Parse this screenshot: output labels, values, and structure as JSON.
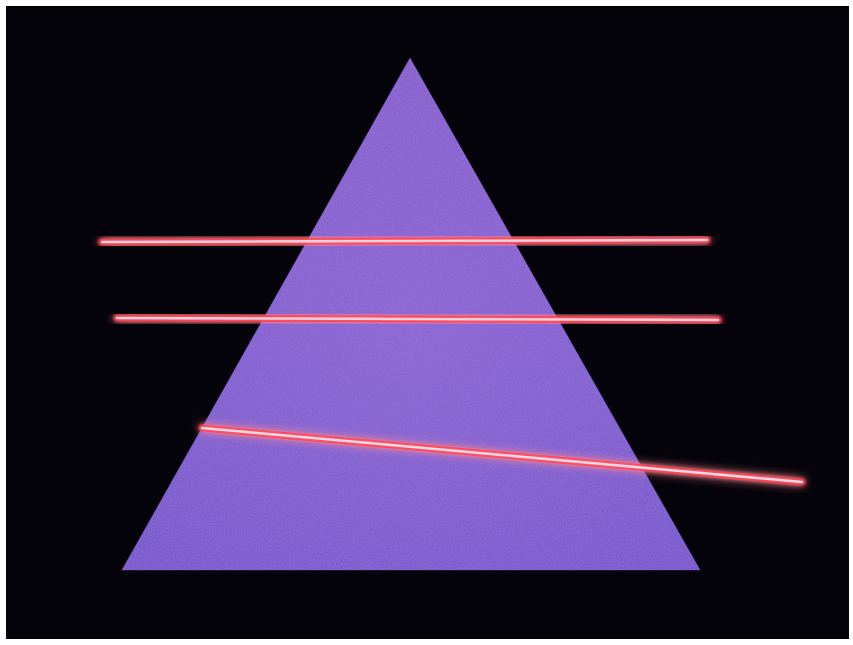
{
  "scene": {
    "background_color": "#05030a",
    "border_color": "#ffffff",
    "prism": {
      "fill_top": "#7b4fc8",
      "fill_bottom": "#6a45c8",
      "highlight": "#a07ae0"
    },
    "beams": [
      {
        "name": "upper-beam",
        "core_color": "#ffd0e0",
        "glow_color": "#ff2a3a"
      },
      {
        "name": "middle-beam",
        "core_color": "#ffd0e0",
        "glow_color": "#ff2a3a"
      },
      {
        "name": "refracted-beam",
        "core_color": "#ffd8e8",
        "glow_color": "#ff2a3a"
      }
    ]
  }
}
